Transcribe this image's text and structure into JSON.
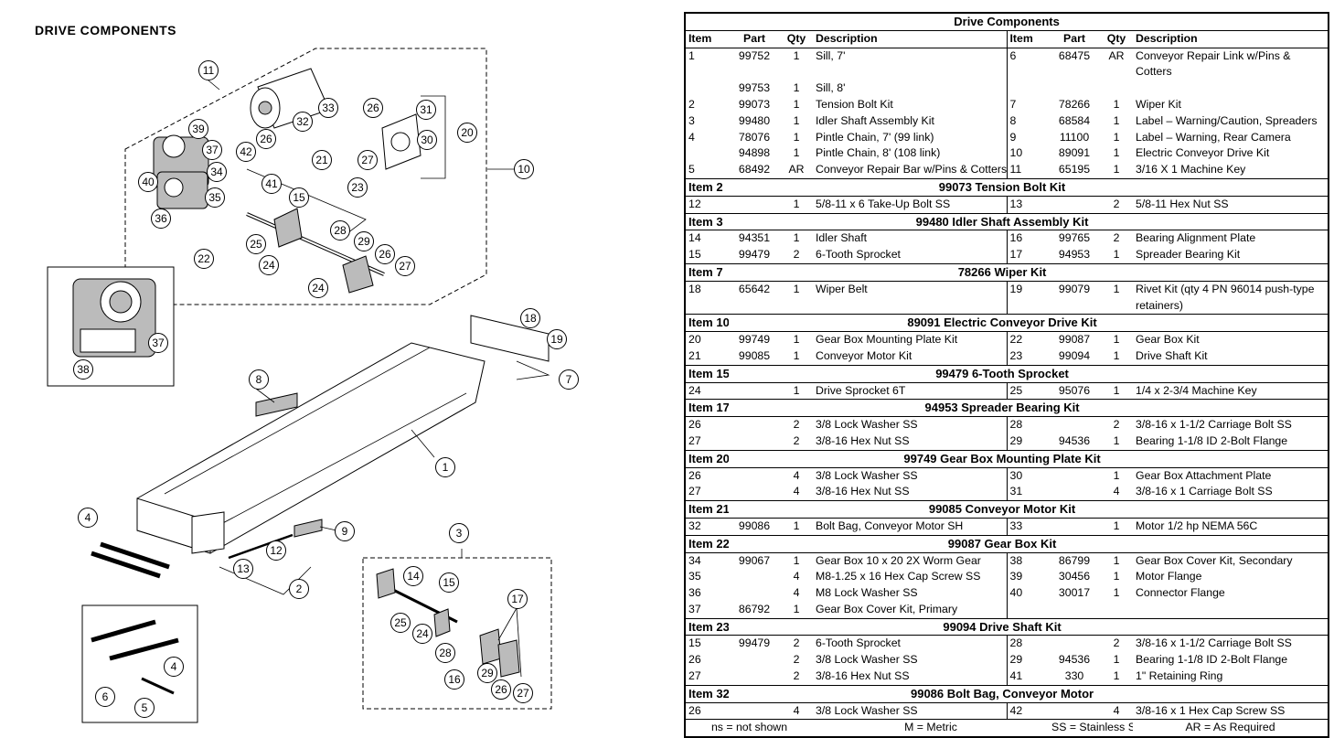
{
  "page_title": "DRIVE COMPONENTS",
  "diagram": {
    "callouts": [
      "11",
      "39",
      "37",
      "40",
      "34",
      "35",
      "36",
      "22",
      "42",
      "26",
      "32",
      "33",
      "21",
      "26",
      "31",
      "27",
      "30",
      "20",
      "10",
      "41",
      "15",
      "23",
      "25",
      "24",
      "28",
      "29",
      "26",
      "27",
      "24",
      "37",
      "38",
      "18",
      "19",
      "7",
      "8",
      "1",
      "4",
      "9",
      "12",
      "13",
      "2",
      "3",
      "14",
      "15",
      "25",
      "24",
      "17",
      "28",
      "16",
      "29",
      "26",
      "27",
      "4",
      "6",
      "5"
    ]
  },
  "table": {
    "title": "Drive Components",
    "headers": {
      "item": "Item",
      "part": "Part",
      "qty": "Qty",
      "description": "Description"
    },
    "main_rows": [
      {
        "left": {
          "item": "1",
          "part": "99752",
          "qty": "1",
          "desc": "Sill, 7'"
        },
        "right": {
          "item": "6",
          "part": "68475",
          "qty": "AR",
          "desc": "Conveyor Repair Link w/Pins & Cotters"
        }
      },
      {
        "left": {
          "item": "",
          "part": "99753",
          "qty": "1",
          "desc": "Sill, 8'"
        },
        "right": {
          "item": "",
          "part": "",
          "qty": "",
          "desc": ""
        }
      },
      {
        "left": {
          "item": "2",
          "part": "99073",
          "qty": "1",
          "desc": "Tension Bolt Kit"
        },
        "right": {
          "item": "7",
          "part": "78266",
          "qty": "1",
          "desc": "Wiper Kit"
        }
      },
      {
        "left": {
          "item": "3",
          "part": "99480",
          "qty": "1",
          "desc": "Idler Shaft Assembly Kit"
        },
        "right": {
          "item": "8",
          "part": "68584",
          "qty": "1",
          "desc": "Label – Warning/Caution, Spreaders"
        }
      },
      {
        "left": {
          "item": "4",
          "part": "78076",
          "qty": "1",
          "desc": "Pintle Chain, 7' (99 link)"
        },
        "right": {
          "item": "9",
          "part": "11100",
          "qty": "1",
          "desc": "Label – Warning, Rear Camera"
        }
      },
      {
        "left": {
          "item": "",
          "part": "94898",
          "qty": "1",
          "desc": "Pintle Chain, 8'  (108 link)"
        },
        "right": {
          "item": "10",
          "part": "89091",
          "qty": "1",
          "desc": "Electric Conveyor Drive Kit"
        }
      },
      {
        "left": {
          "item": "5",
          "part": "68492",
          "qty": "AR",
          "desc": "Conveyor Repair Bar w/Pins & Cotters"
        },
        "right": {
          "item": "11",
          "part": "65195",
          "qty": "1",
          "desc": "3/16 X 1 Machine Key"
        }
      }
    ],
    "sections": [
      {
        "label": "Item 2",
        "title": "99073  Tension Bolt Kit",
        "rows": [
          {
            "left": {
              "item": "12",
              "part": "",
              "qty": "1",
              "desc": "5/8-11 x 6 Take-Up Bolt SS"
            },
            "right": {
              "item": "13",
              "part": "",
              "qty": "2",
              "desc": "5/8-11 Hex Nut SS"
            }
          }
        ]
      },
      {
        "label": "Item 3",
        "title": "99480  Idler Shaft Assembly Kit",
        "rows": [
          {
            "left": {
              "item": "14",
              "part": "94351",
              "qty": "1",
              "desc": "Idler Shaft"
            },
            "right": {
              "item": "16",
              "part": "99765",
              "qty": "2",
              "desc": "Bearing Alignment Plate"
            }
          },
          {
            "left": {
              "item": "15",
              "part": "99479",
              "qty": "2",
              "desc": "6-Tooth Sprocket"
            },
            "right": {
              "item": "17",
              "part": "94953",
              "qty": "1",
              "desc": "Spreader Bearing Kit"
            }
          }
        ]
      },
      {
        "label": "Item 7",
        "title": "78266  Wiper Kit",
        "rows": [
          {
            "left": {
              "item": "18",
              "part": "65642",
              "qty": "1",
              "desc": "Wiper Belt"
            },
            "right": {
              "item": "19",
              "part": "99079",
              "qty": "1",
              "desc": "Rivet Kit (qty 4 PN 96014 push-type retainers)"
            }
          }
        ]
      },
      {
        "label": "Item 10",
        "title": "89091  Electric Conveyor Drive Kit",
        "rows": [
          {
            "left": {
              "item": "20",
              "part": "99749",
              "qty": "1",
              "desc": "Gear Box Mounting Plate Kit"
            },
            "right": {
              "item": "22",
              "part": "99087",
              "qty": "1",
              "desc": "Gear Box Kit"
            }
          },
          {
            "left": {
              "item": "21",
              "part": "99085",
              "qty": "1",
              "desc": "Conveyor Motor Kit"
            },
            "right": {
              "item": "23",
              "part": "99094",
              "qty": "1",
              "desc": "Drive Shaft Kit"
            }
          }
        ]
      },
      {
        "label": "Item 15",
        "title": "99479  6-Tooth Sprocket",
        "rows": [
          {
            "left": {
              "item": "24",
              "part": "",
              "qty": "1",
              "desc": "Drive Sprocket 6T"
            },
            "right": {
              "item": "25",
              "part": "95076",
              "qty": "1",
              "desc": "1/4 x 2-3/4 Machine Key"
            }
          }
        ]
      },
      {
        "label": "Item 17",
        "title": "94953  Spreader Bearing Kit",
        "rows": [
          {
            "left": {
              "item": "26",
              "part": "",
              "qty": "2",
              "desc": "3/8 Lock Washer SS"
            },
            "right": {
              "item": "28",
              "part": "",
              "qty": "2",
              "desc": "3/8-16 x 1-1/2 Carriage Bolt SS"
            }
          },
          {
            "left": {
              "item": "27",
              "part": "",
              "qty": "2",
              "desc": "3/8-16 Hex Nut SS"
            },
            "right": {
              "item": "29",
              "part": "94536",
              "qty": "1",
              "desc": "Bearing 1-1/8 ID 2-Bolt Flange"
            }
          }
        ]
      },
      {
        "label": "Item 20",
        "title": "99749  Gear Box Mounting Plate Kit",
        "rows": [
          {
            "left": {
              "item": "26",
              "part": "",
              "qty": "4",
              "desc": "3/8 Lock Washer SS"
            },
            "right": {
              "item": "30",
              "part": "",
              "qty": "1",
              "desc": "Gear Box Attachment Plate"
            }
          },
          {
            "left": {
              "item": "27",
              "part": "",
              "qty": "4",
              "desc": "3/8-16 Hex Nut SS"
            },
            "right": {
              "item": "31",
              "part": "",
              "qty": "4",
              "desc": "3/8-16 x 1 Carriage Bolt SS"
            }
          }
        ]
      },
      {
        "label": "Item 21",
        "title": "99085  Conveyor Motor Kit",
        "rows": [
          {
            "left": {
              "item": "32",
              "part": "99086",
              "qty": "1",
              "desc": "Bolt Bag, Conveyor Motor SH"
            },
            "right": {
              "item": "33",
              "part": "",
              "qty": "1",
              "desc": "Motor 1/2 hp NEMA 56C"
            }
          }
        ]
      },
      {
        "label": "Item 22",
        "title": "99087  Gear Box Kit",
        "rows": [
          {
            "left": {
              "item": "34",
              "part": "99067",
              "qty": "1",
              "desc": "Gear Box 10 x 20 2X Worm Gear"
            },
            "right": {
              "item": "38",
              "part": "86799",
              "qty": "1",
              "desc": "Gear Box Cover Kit, Secondary"
            }
          },
          {
            "left": {
              "item": "35",
              "part": "",
              "qty": "4",
              "desc": "M8-1.25 x 16 Hex Cap Screw SS"
            },
            "right": {
              "item": "39",
              "part": "30456",
              "qty": "1",
              "desc": "Motor Flange"
            }
          },
          {
            "left": {
              "item": "36",
              "part": "",
              "qty": "4",
              "desc": "M8 Lock Washer SS"
            },
            "right": {
              "item": "40",
              "part": "30017",
              "qty": "1",
              "desc": "Connector Flange"
            }
          },
          {
            "left": {
              "item": "37",
              "part": "86792",
              "qty": "1",
              "desc": "Gear Box Cover Kit, Primary"
            },
            "right": {
              "item": "",
              "part": "",
              "qty": "",
              "desc": ""
            }
          }
        ]
      },
      {
        "label": "Item 23",
        "title": "99094  Drive Shaft Kit",
        "rows": [
          {
            "left": {
              "item": "15",
              "part": "99479",
              "qty": "2",
              "desc": "6-Tooth Sprocket"
            },
            "right": {
              "item": "28",
              "part": "",
              "qty": "2",
              "desc": "3/8-16 x 1-1/2 Carriage Bolt SS"
            }
          },
          {
            "left": {
              "item": "26",
              "part": "",
              "qty": "2",
              "desc": "3/8 Lock Washer SS"
            },
            "right": {
              "item": "29",
              "part": "94536",
              "qty": "1",
              "desc": "Bearing 1-1/8 ID 2-Bolt Flange"
            }
          },
          {
            "left": {
              "item": "27",
              "part": "",
              "qty": "2",
              "desc": "3/8-16 Hex Nut SS"
            },
            "right": {
              "item": "41",
              "part": "330",
              "qty": "1",
              "desc": "1\" Retaining Ring"
            }
          }
        ]
      },
      {
        "label": "Item 32",
        "title": "99086  Bolt Bag, Conveyor Motor",
        "rows": [
          {
            "left": {
              "item": "26",
              "part": "",
              "qty": "4",
              "desc": "3/8 Lock Washer SS"
            },
            "right": {
              "item": "42",
              "part": "",
              "qty": "4",
              "desc": "3/8-16 x 1 Hex Cap Screw SS"
            }
          }
        ]
      }
    ],
    "legend": [
      "ns = not shown",
      "M = Metric",
      "SS = Stainless Steel",
      "AR = As Required"
    ]
  }
}
